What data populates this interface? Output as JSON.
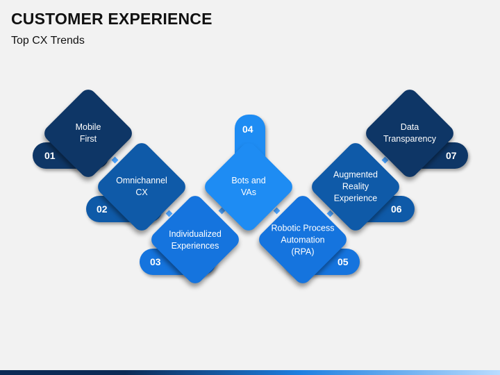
{
  "header": {
    "title": "CUSTOMER EXPERIENCE",
    "subtitle": "Top CX Trends"
  },
  "colors": {
    "dark_navy": "#0e3666",
    "mid_blue": "#0f5aa8",
    "blue": "#1574de",
    "bright_blue": "#1e8cf3",
    "connector": "#4aa3ff"
  },
  "trends": [
    {
      "number": "01",
      "label": "Mobile\nFirst"
    },
    {
      "number": "02",
      "label": "Omnichannel\nCX"
    },
    {
      "number": "03",
      "label": "Individualized\nExperiences"
    },
    {
      "number": "04",
      "label": "Bots and\nVAs"
    },
    {
      "number": "05",
      "label": "Robotic Process\nAutomation\n(RPA)"
    },
    {
      "number": "06",
      "label": "Augmented\nReality\nExperience"
    },
    {
      "number": "07",
      "label": "Data\nTransparency"
    }
  ]
}
